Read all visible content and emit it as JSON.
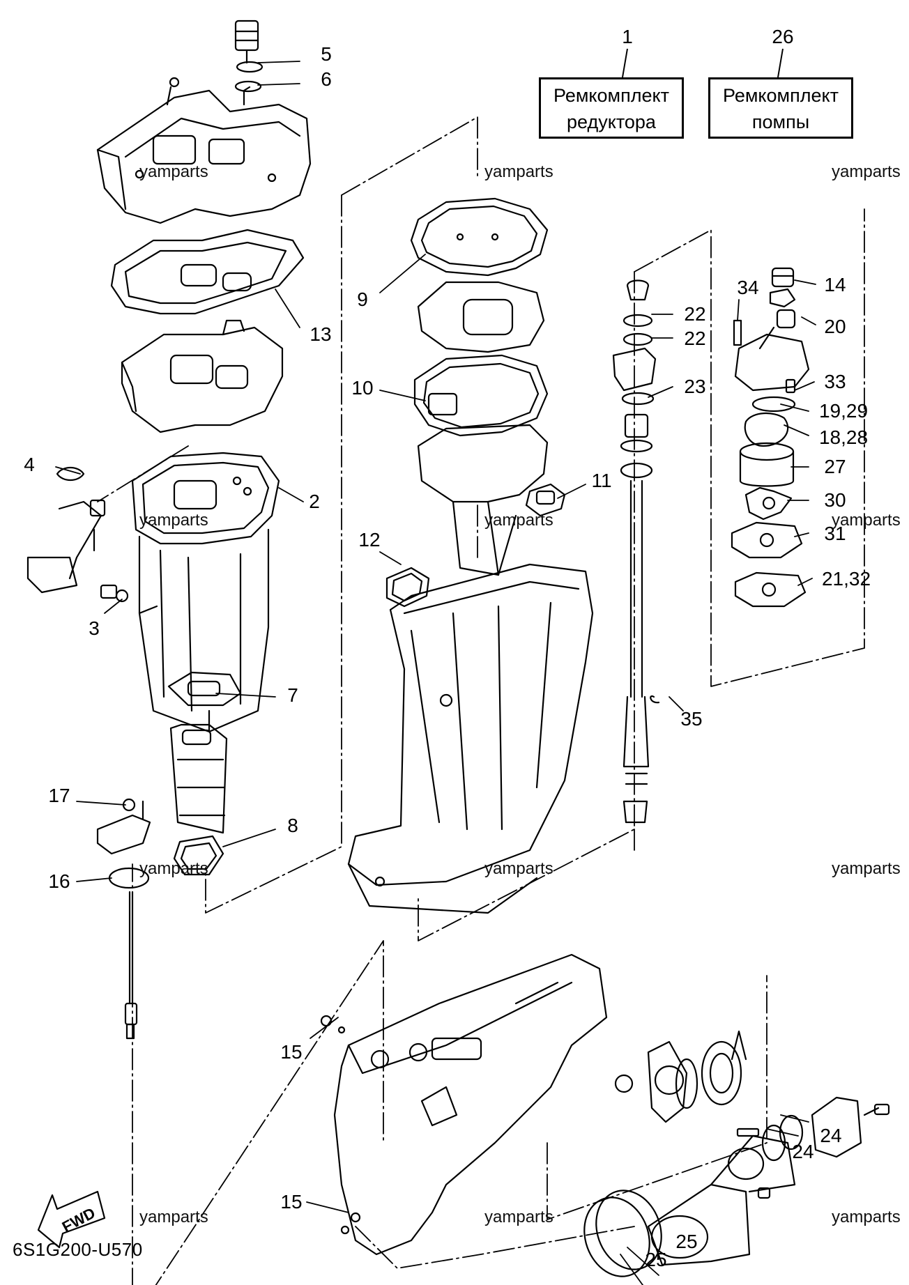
{
  "kits": [
    {
      "number": "1",
      "label_line1": "Ремкомплект",
      "label_line2": "редуктора"
    },
    {
      "number": "26",
      "label_line1": "Ремкомплект",
      "label_line2": "помпы"
    }
  ],
  "callouts": [
    "5",
    "6",
    "13",
    "4",
    "2",
    "3",
    "7",
    "17",
    "8",
    "16",
    "15",
    "15",
    "9",
    "10",
    "11",
    "12",
    "22",
    "22",
    "23",
    "34",
    "14",
    "20",
    "33",
    "19,29",
    "18,28",
    "27",
    "30",
    "31",
    "21,32",
    "35",
    "24",
    "24",
    "25",
    "25"
  ],
  "watermark": "yamparts",
  "diagram_code": "6S1G200-U570",
  "fwd_label": "FWD"
}
